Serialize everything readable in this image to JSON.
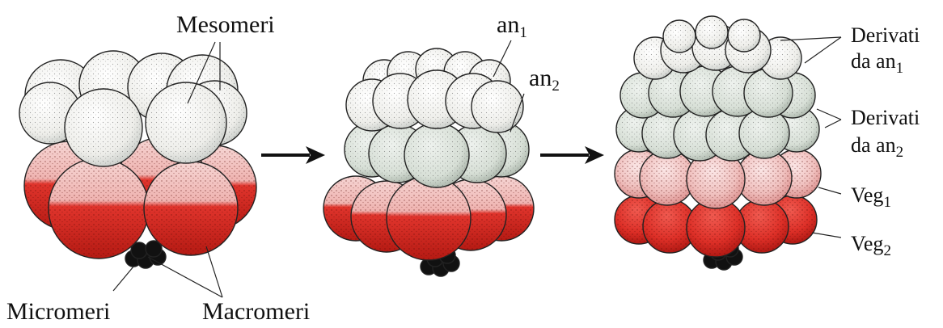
{
  "labels": {
    "mesomeri": "Mesomeri",
    "micromeri": "Micromeri",
    "macromeri": "Macromeri",
    "an1_base": "an",
    "an1_sub": "1",
    "an2_base": "an",
    "an2_sub": "2",
    "derivati_an1_line1": "Derivati",
    "derivati_an1_line2": "da an",
    "derivati_an1_sub": "1",
    "derivati_an2_line1": "Derivati",
    "derivati_an2_line2": "da an",
    "derivati_an2_sub": "2",
    "veg1_base": "Veg",
    "veg1_sub": "1",
    "veg2_base": "Veg",
    "veg2_sub": "2"
  },
  "colors": {
    "white_cell": "#f2f2ee",
    "white_cell_shade": "#cfd3cf",
    "green_cell": "#dfe6de",
    "green_cell_shade": "#aeb8ae",
    "pink_cell": "#f1c4c4",
    "pink_cell_shade": "#d98c8c",
    "red_cell": "#e0342c",
    "red_cell_shade": "#a8140f",
    "micromere": "#111111",
    "outline": "#222222"
  },
  "stages": [
    {
      "id": "8-cell",
      "description_hidden": false
    },
    {
      "id": "16-cell"
    },
    {
      "id": "32-cell"
    }
  ]
}
